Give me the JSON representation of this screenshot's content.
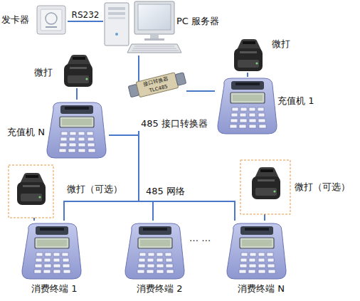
{
  "diagram": {
    "nodes": [
      {
        "text": [
          "发卡器"
        ]
      },
      {
        "text": [
          "PC 服务器"
        ]
      },
      {
        "text": [
          "微打"
        ]
      },
      {
        "text": [
          "充值机 N"
        ]
      },
      {
        "text": [
          "485 接口转换器"
        ]
      },
      {
        "text": [
          "微打"
        ]
      },
      {
        "text": [
          "充值机 1"
        ]
      },
      {
        "text": [
          "微打（可选）"
        ]
      },
      {
        "text": [
          "微打（可选）"
        ]
      },
      {
        "text": [
          "消费终端 1"
        ]
      },
      {
        "text": [
          "消费终端 2"
        ]
      },
      {
        "text": [
          "消费终端 N"
        ]
      }
    ],
    "edges": [
      {
        "from": 0,
        "to": 1,
        "label": "RS232",
        "arrow": "none"
      },
      {
        "from": 1,
        "to": 4,
        "arrow": "none"
      },
      {
        "from": 4,
        "to": 6,
        "arrow": "none"
      },
      {
        "from": 4,
        "to": 3,
        "arrow": "none"
      },
      {
        "from": 4,
        "to": 9,
        "arrow": "none"
      },
      {
        "from": 4,
        "to": 10,
        "arrow": "none"
      },
      {
        "from": 4,
        "to": 11,
        "arrow": "none"
      },
      {
        "from": 2,
        "to": 3,
        "arrow": "none"
      },
      {
        "from": 5,
        "to": 6,
        "arrow": "none"
      },
      {
        "from": 7,
        "to": 9,
        "arrow": "none"
      },
      {
        "from": 8,
        "to": 11,
        "arrow": "none"
      }
    ],
    "labels": [
      "485 网络",
      "… …",
      "接口转换器",
      "TLC485"
    ]
  }
}
